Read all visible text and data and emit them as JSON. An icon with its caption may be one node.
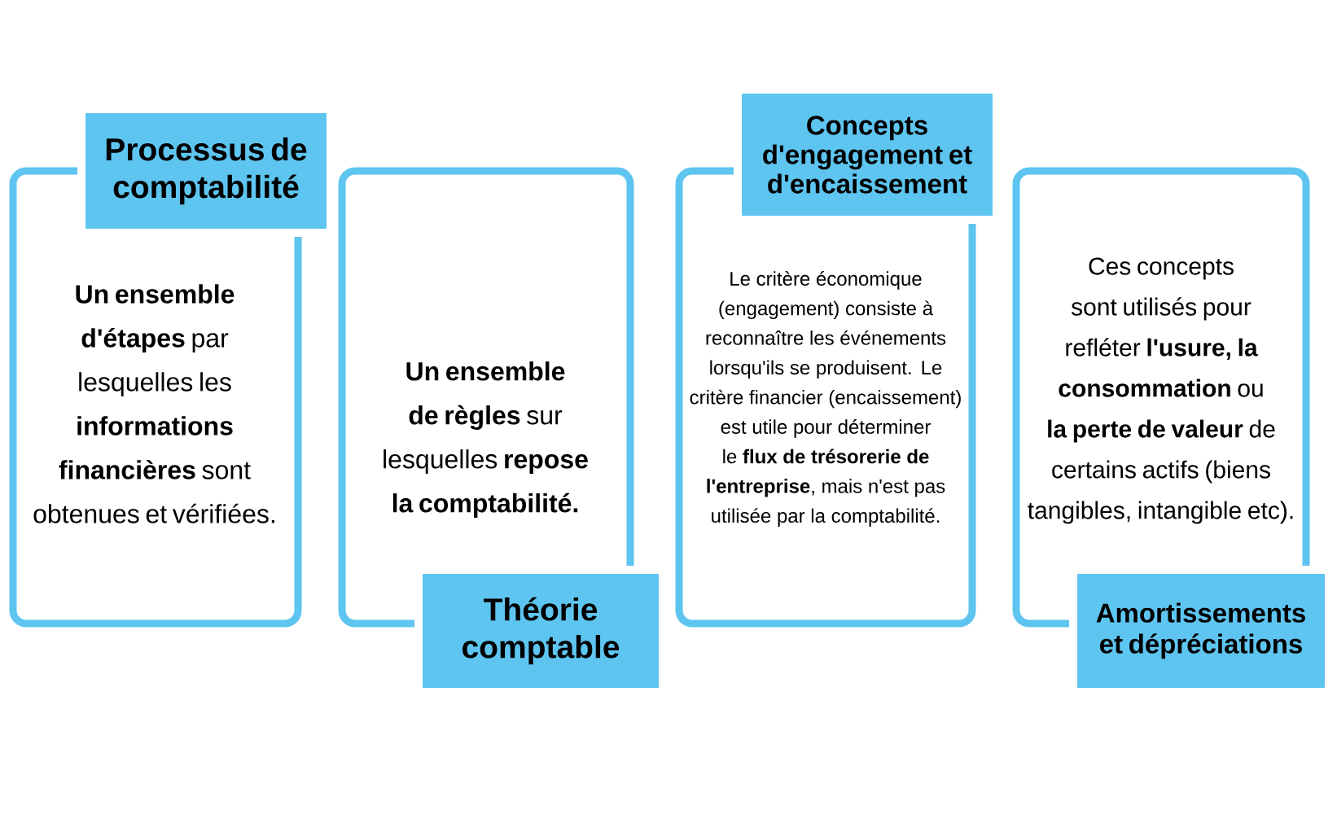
{
  "diagram": {
    "nodes": [
      {
        "text": [
          "Processus de comptabilité"
        ]
      },
      {
        "text": [
          "**Un ensemble d'étapes** par lesquelles les **informations financières** sont obtenues et vérifiées."
        ]
      },
      {
        "text": [
          "**Un ensemble de règles** sur lesquelles **repose la comptabilité.**"
        ]
      },
      {
        "text": [
          "Théorie comptable"
        ]
      },
      {
        "text": [
          "Concepts d'engagement et d'encaissement"
        ]
      },
      {
        "text": [
          "Le critère économique (engagement) consiste à reconnaître les événements lorsqu'ils se produisent. Le critère financier (encaissement) est utile pour déterminer le **flux de trésorerie de l'entreprise**, mais n'est pas utilisée par la comptabilité."
        ]
      },
      {
        "text": [
          "Ces concepts sont utilisés pour refléter **l'usure, la consommation** ou **la perte de valeur** de certains actifs (biens tangibles, intangible etc)."
        ]
      },
      {
        "text": [
          "Amortissements et dépréciations"
        ]
      }
    ]
  }
}
